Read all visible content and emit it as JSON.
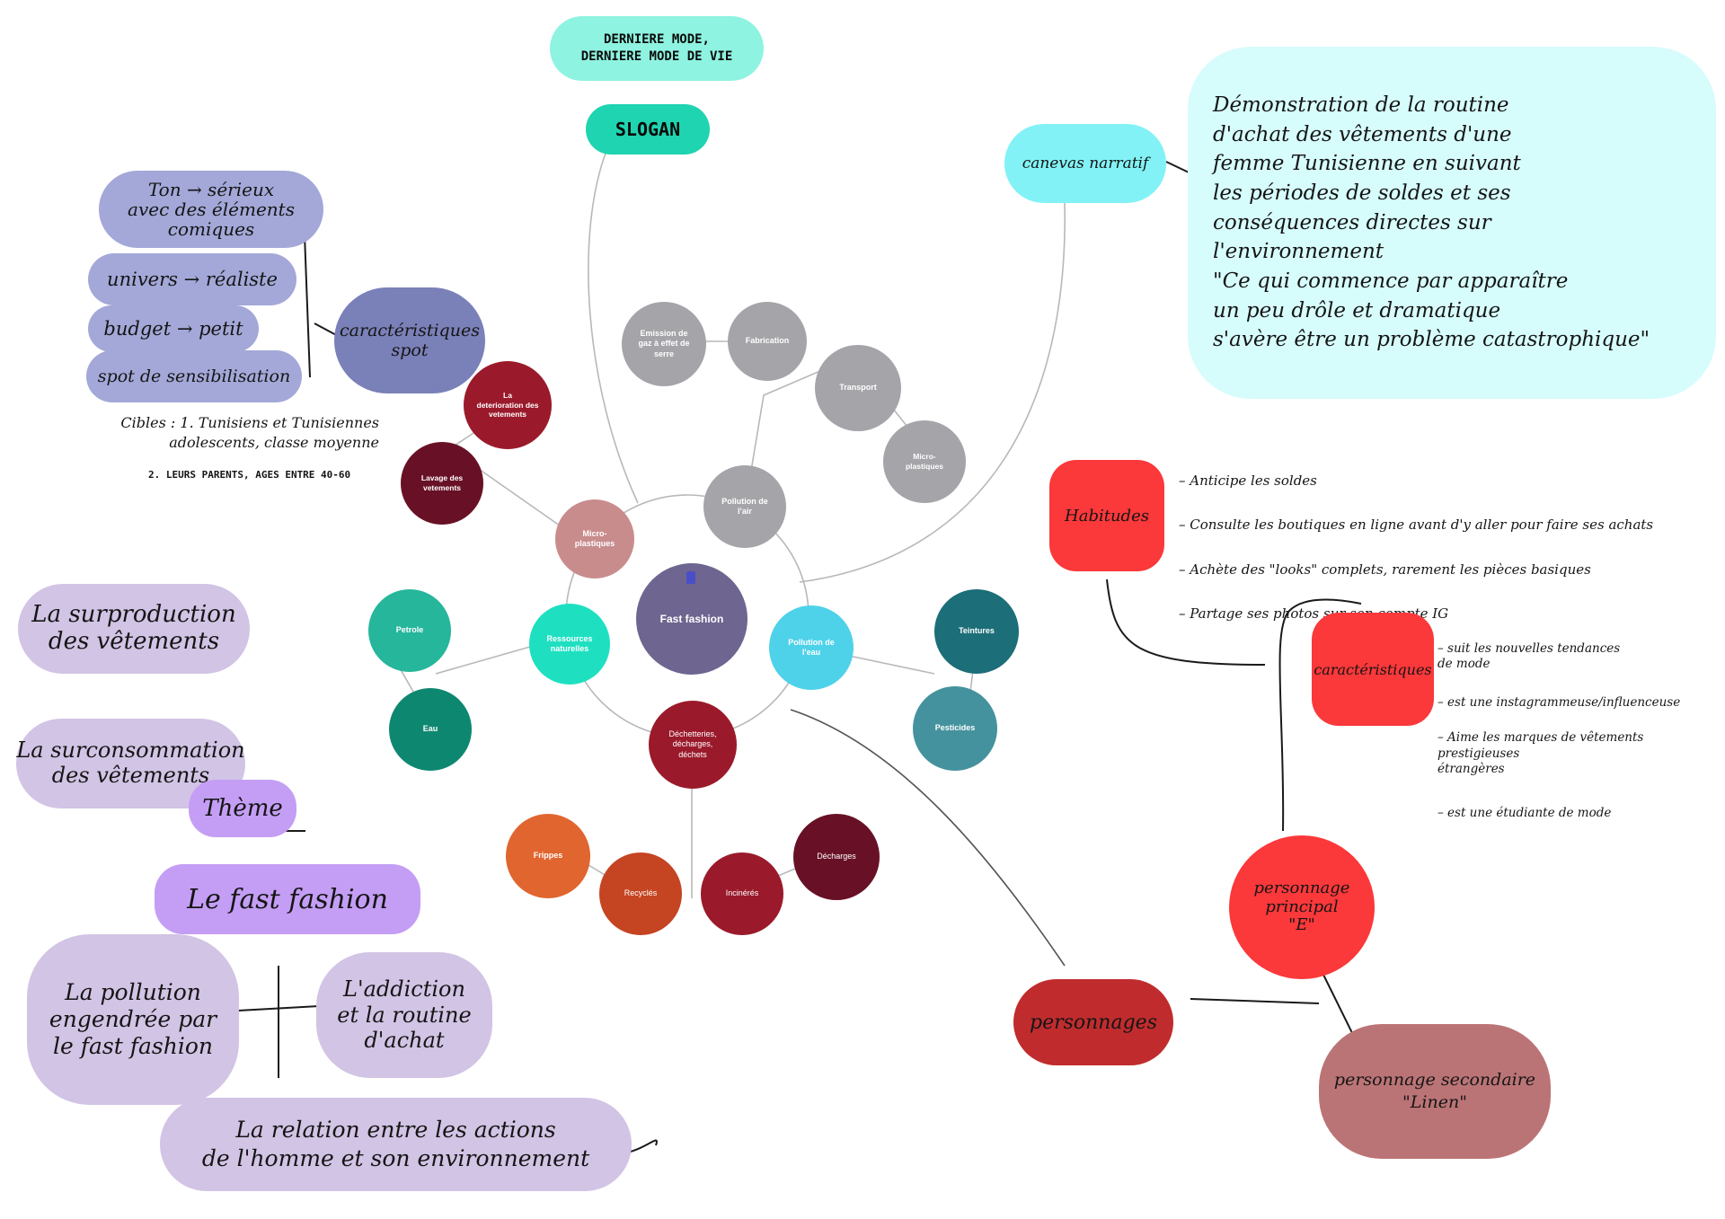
{
  "slogan": {
    "text": "DERNIERE MODE,\nDERNIERE MODE DE VIE",
    "label": "SLOGAN",
    "text_color": "#8ef3e0",
    "label_color": "#1fd4b0"
  },
  "left_notes": {
    "ton": "Ton → sérieux\navec des éléments\ncomiques",
    "univers": "univers → réaliste",
    "budget": "budget → petit",
    "spot": "spot de sensibilisation",
    "caracteristiques": "caractéristiques\nspot",
    "cibles": "Cibles : 1. Tunisiens et Tunisiennes\nadolescents, classe moyenne",
    "cibles2": "2. LEURS PARENTS, AGES ENTRE 40-60"
  },
  "theme": {
    "surproduction": "La surproduction\ndes vêtements",
    "surconsommation": "La surconsommation\ndes vêtements",
    "theme_label": "Thème",
    "fast_fashion": "Le fast fashion",
    "pollution": "La pollution\nengendrée par\nle fast fashion",
    "addiction": "L'addiction\net la routine\nd'achat",
    "relation": "La relation entre les actions\nde l'homme et son environnement"
  },
  "canevas": {
    "label": "canevas narratif",
    "text": "Démonstration de la routine\nd'achat des vêtements d'une\nfemme Tunisienne en suivant\nles périodes de soldes et ses\nconséquences directes sur\nl'environnement\n\"Ce qui commence par apparaître\nun peu drôle et dramatique\ns'avère être un problème catastrophique\""
  },
  "habitudes": {
    "label": "Habitudes",
    "items": [
      "– Anticipe les soldes",
      "– Consulte les boutiques en ligne avant d'y aller pour faire ses achats",
      "– Achète des \"looks\" complets, rarement les pièces basiques",
      "– Partage ses photos sur son compte IG"
    ]
  },
  "caract_perso": {
    "label": "caractéristiques",
    "items": [
      "– suit les nouvelles tendances\nde mode",
      "– est une instagrammeuse/influenceuse",
      "– Aime les marques de vêtements prestigieuses\nétrangères",
      "– est une étudiante de mode"
    ]
  },
  "personnages": {
    "label": "personnages",
    "principal": "personnage\nprincipal\n\"E\"",
    "secondaire": "personnage secondaire\n\"Linen\""
  },
  "center": {
    "label": "Fast fashion",
    "color": "#6e6590"
  },
  "nodes": {
    "micro_plastiques": "Micro-\nplastiques",
    "pollution_air": "Pollution de\nl'air",
    "pollution_eau": "Pollution de\nl'eau",
    "dechets": "Déchetteries,\ndécharges,\ndéchets",
    "ressources": "Ressources\nnaturelles",
    "emission": "Emission de\ngaz à effet de\nserre",
    "fabrication": "Fabrication",
    "transport": "Transport",
    "micro2": "Micro-\nplastiques",
    "deterioration": "La\ndeterioration des\nvetements",
    "lavage": "Lavage des\nvetements",
    "petrole": "Petrole",
    "eau": "Eau",
    "teintures": "Teintures",
    "pesticides": "Pesticides",
    "frippes": "Frippes",
    "recycles": "Recyclés",
    "incineres": "Incinérés",
    "decharges": "Décharges"
  }
}
